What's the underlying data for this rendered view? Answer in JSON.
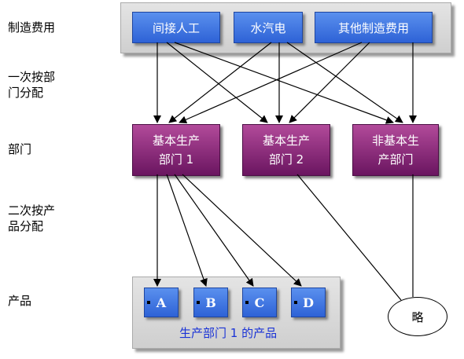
{
  "labels": {
    "manufacturing_costs": "制造费用",
    "first_alloc_line1": "一次按部",
    "first_alloc_line2": "门分配",
    "departments": "部门",
    "second_alloc_line1": "二次按产",
    "second_alloc_line2": "品分配",
    "products": "产品"
  },
  "costs": [
    "间接人工",
    "水汽电",
    "其他制造费用"
  ],
  "departments": [
    {
      "line1": "基本生产",
      "line2": "部门 1"
    },
    {
      "line1": "基本生产",
      "line2": "部门 2"
    },
    {
      "line1": "非基本生",
      "line2": "产部门"
    }
  ],
  "products": [
    "A",
    "B",
    "C",
    "D"
  ],
  "products_caption": "生产部门 1 的产品",
  "omitted": "略",
  "colors": {
    "cost_box": "#2e62d6",
    "dept_box": "#6a1560",
    "caption": "#1a33d6"
  }
}
